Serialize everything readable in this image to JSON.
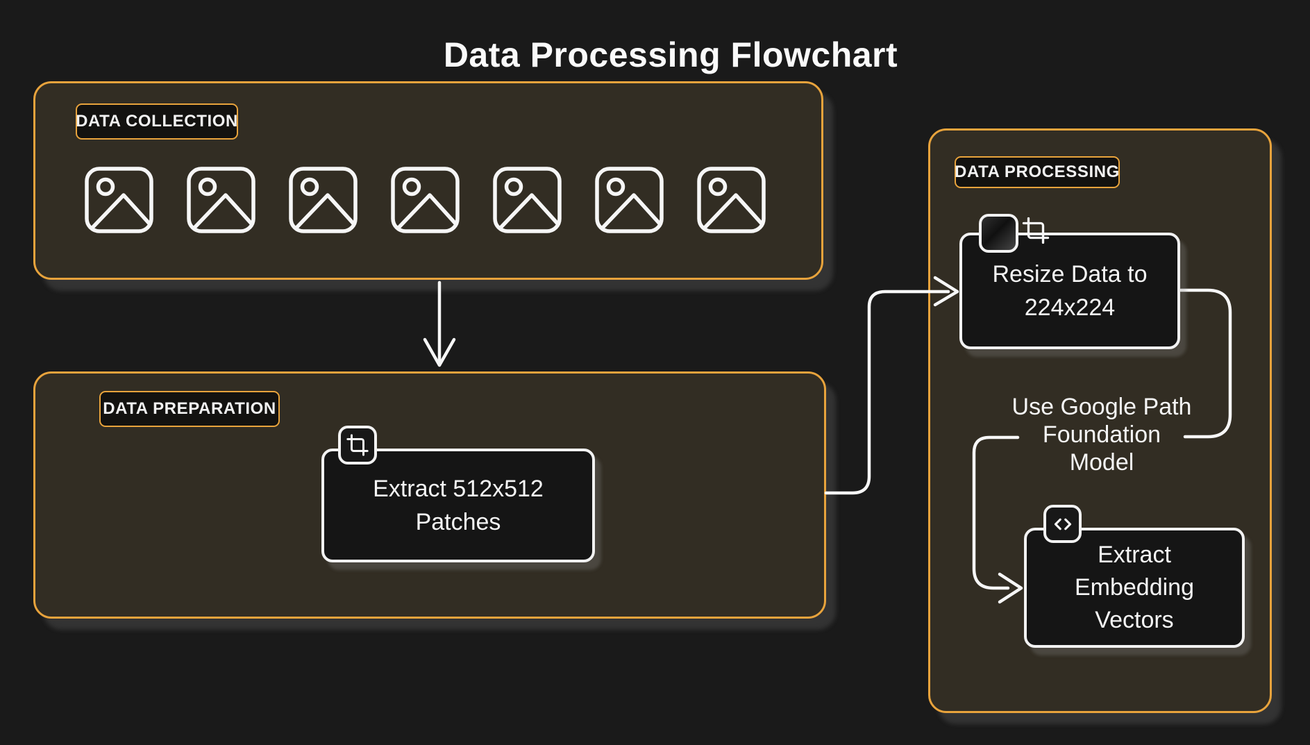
{
  "title": "Data Processing Flowchart",
  "colors": {
    "background": "#1a1a1a",
    "panel_fill": "#322d23",
    "accent_orange": "#e8a33c",
    "node_fill": "#151515",
    "stroke_white": "#f5f5f5"
  },
  "sections": {
    "collection": {
      "label": "DATA COLLECTION",
      "image_icon_count": 7
    },
    "preparation": {
      "label": "DATA PREPARATION",
      "patch_box": {
        "icon": "crop-icon",
        "lines": [
          "Extract 512x512",
          "Patches"
        ]
      }
    },
    "processing": {
      "label": "DATA PROCESSING",
      "resize_box": {
        "icon": "resize-crop-icon",
        "lines": [
          "Resize Data to",
          "224x224"
        ]
      },
      "model_note": {
        "lines": [
          "Use Google Path",
          "Foundation",
          "Model"
        ]
      },
      "embedding_box": {
        "icon": "code-icon",
        "lines": [
          "Extract",
          "Embedding",
          "Vectors"
        ]
      }
    }
  }
}
